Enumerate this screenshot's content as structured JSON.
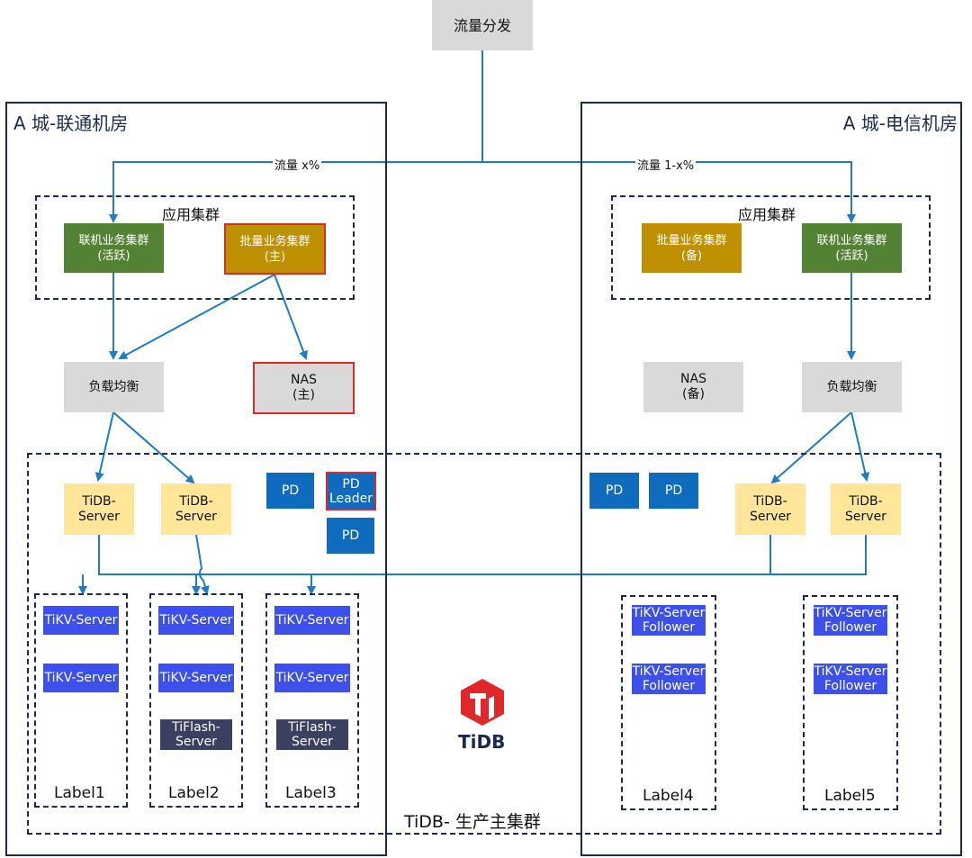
{
  "top": {
    "traffic_dispatch": "流量分发"
  },
  "room_left": {
    "title": "A 城-联通机房",
    "flow_label": "流量 x%",
    "app_cluster_title": "应用集群",
    "online_cluster": "联机业务集群\n(活跃)",
    "batch_cluster": "批量业务集群\n(主)",
    "load_balancer": "负载均衡",
    "nas": "NAS\n(主)"
  },
  "room_right": {
    "title": "A 城-电信机房",
    "flow_label": "流量 1-x%",
    "app_cluster_title": "应用集群",
    "batch_cluster": "批量业务集群\n(备)",
    "online_cluster": "联机业务集群\n(活跃)",
    "load_balancer": "负载均衡",
    "nas": "NAS\n(备)"
  },
  "tidb_servers": [
    "TiDB-\nServer",
    "TiDB-\nServer",
    "TiDB-\nServer",
    "TiDB-\nServer"
  ],
  "pd": {
    "left": [
      "PD",
      "PD\nLeader",
      "PD"
    ],
    "right": [
      "PD",
      "PD"
    ]
  },
  "labels": {
    "label1": {
      "name": "Label1",
      "nodes": [
        "TiKV-Server",
        "TiKV-Server"
      ]
    },
    "label2": {
      "name": "Label2",
      "nodes": [
        "TiKV-Server",
        "TiKV-Server"
      ],
      "tiflash": "TiFlash-\nServer"
    },
    "label3": {
      "name": "Label3",
      "nodes": [
        "TiKV-Server",
        "TiKV-Server"
      ],
      "tiflash": "TiFlash-\nServer"
    },
    "label4": {
      "name": "Label4",
      "nodes": [
        "TiKV-Server\nFollower",
        "TiKV-Server\nFollower"
      ]
    },
    "label5": {
      "name": "Label5",
      "nodes": [
        "TiKV-Server\nFollower",
        "TiKV-Server\nFollower"
      ]
    }
  },
  "logo": {
    "text": "TiDB"
  },
  "cluster_caption": "TiDB- 生产主集群",
  "colors": {
    "line": "#1f7bc4",
    "border": "#1b2a4e",
    "highlight_red": "#e0282a",
    "online_green": "#548235",
    "batch_gold": "#bf9000",
    "pd_blue": "#0f6bbd",
    "tikv_blue": "#3d50ea",
    "tiflash_navy": "#3b3f60",
    "tidb_yellow": "#ffe699",
    "logo_red": "#e0282a"
  }
}
